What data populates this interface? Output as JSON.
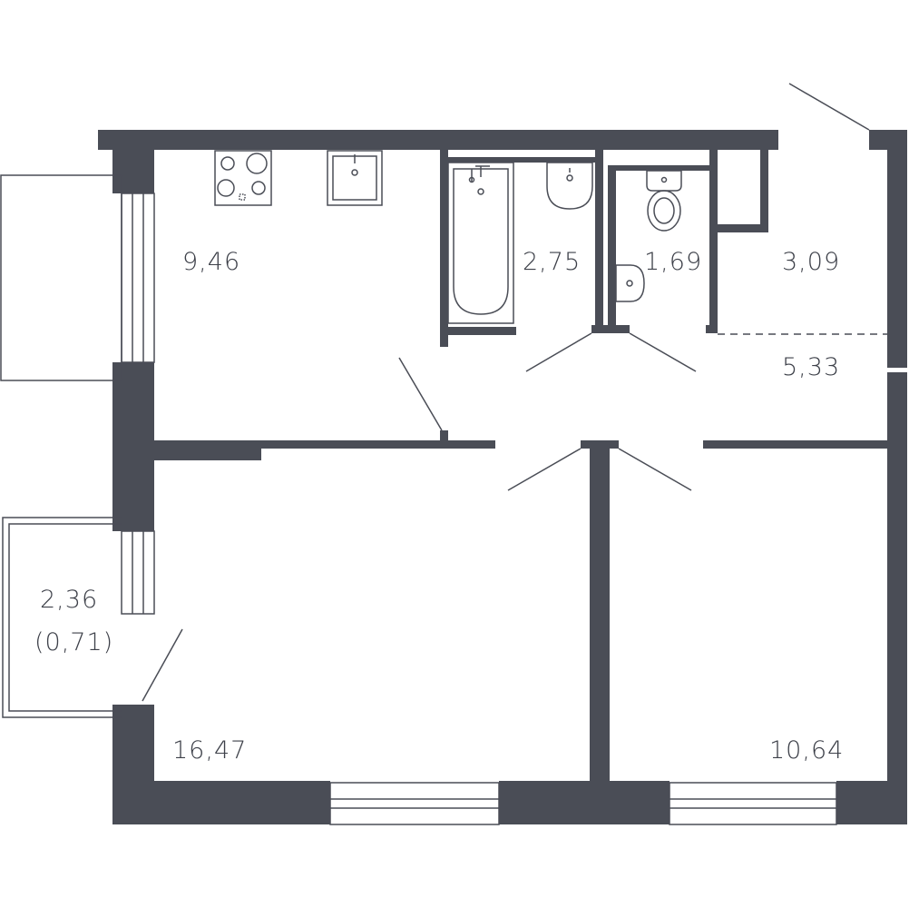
{
  "colors": {
    "wall": "#4a4d56",
    "fixture": "#4a4d56",
    "label": "#3d4049",
    "background": "#ffffff"
  },
  "rooms": [
    {
      "id": "kitchen",
      "area": "9,46"
    },
    {
      "id": "bathroom",
      "area": "2,75"
    },
    {
      "id": "toilet",
      "area": "1,69"
    },
    {
      "id": "storage",
      "area": "3,09"
    },
    {
      "id": "hallway",
      "area": "5,33"
    },
    {
      "id": "balcony",
      "area": "2,36",
      "area_reduced": "(0,71)"
    },
    {
      "id": "living-room",
      "area": "16,47"
    },
    {
      "id": "bedroom",
      "area": "10,64"
    }
  ]
}
